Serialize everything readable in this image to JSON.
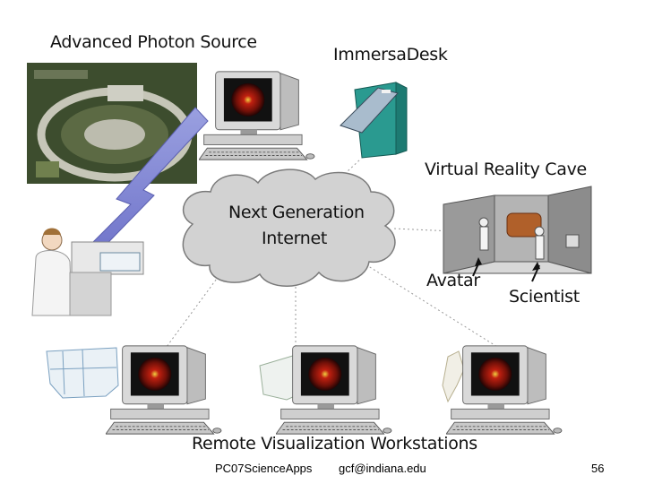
{
  "labels": {
    "aps": "Advanced Photon Source",
    "immersadesk": "ImmersaDesk",
    "cave": "Virtual Reality Cave",
    "cloud_line1": "Next Generation",
    "cloud_line2": "Internet",
    "avatar": "Avatar",
    "scientist": "Scientist",
    "workstations": "Remote Visualization Workstations"
  },
  "footer": {
    "left": "PC07ScienceApps",
    "center": "gcf@indiana.edu",
    "page": "56"
  }
}
